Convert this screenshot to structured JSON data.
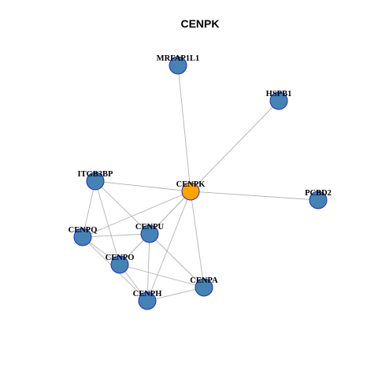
{
  "title": "CENPK",
  "colors": {
    "hub": "#ffa500",
    "node": "#4682b4",
    "node_stroke": "#1f2fc0",
    "edge": "#b3b3b3",
    "label": "#000000"
  },
  "nodes": [
    {
      "id": "CENPK",
      "label": "CENPK",
      "role": "hub"
    },
    {
      "id": "MRFAP1L1",
      "label": "MRFAP1L1",
      "role": "neighbor"
    },
    {
      "id": "HSPB1",
      "label": "HSPB1",
      "role": "neighbor"
    },
    {
      "id": "ITGB3BP",
      "label": "ITGB3BP",
      "role": "neighbor"
    },
    {
      "id": "PCBD2",
      "label": "PCBD2",
      "role": "neighbor"
    },
    {
      "id": "CENPQ",
      "label": "CENPQ",
      "role": "neighbor"
    },
    {
      "id": "CENPU",
      "label": "CENPU",
      "role": "neighbor"
    },
    {
      "id": "CENPO",
      "label": "CENPO",
      "role": "neighbor"
    },
    {
      "id": "CENPA",
      "label": "CENPA",
      "role": "neighbor"
    },
    {
      "id": "CENPH",
      "label": "CENPH",
      "role": "neighbor"
    }
  ],
  "edges": [
    [
      "CENPK",
      "MRFAP1L1"
    ],
    [
      "CENPK",
      "HSPB1"
    ],
    [
      "CENPK",
      "ITGB3BP"
    ],
    [
      "CENPK",
      "PCBD2"
    ],
    [
      "CENPK",
      "CENPQ"
    ],
    [
      "CENPK",
      "CENPU"
    ],
    [
      "CENPK",
      "CENPO"
    ],
    [
      "CENPK",
      "CENPA"
    ],
    [
      "CENPK",
      "CENPH"
    ],
    [
      "ITGB3BP",
      "CENPQ"
    ],
    [
      "ITGB3BP",
      "CENPU"
    ],
    [
      "ITGB3BP",
      "CENPO"
    ],
    [
      "CENPQ",
      "CENPU"
    ],
    [
      "CENPQ",
      "CENPO"
    ],
    [
      "CENPQ",
      "CENPH"
    ],
    [
      "CENPU",
      "CENPO"
    ],
    [
      "CENPU",
      "CENPA"
    ],
    [
      "CENPU",
      "CENPH"
    ],
    [
      "CENPO",
      "CENPA"
    ],
    [
      "CENPO",
      "CENPH"
    ],
    [
      "CENPH",
      "CENPA"
    ]
  ]
}
